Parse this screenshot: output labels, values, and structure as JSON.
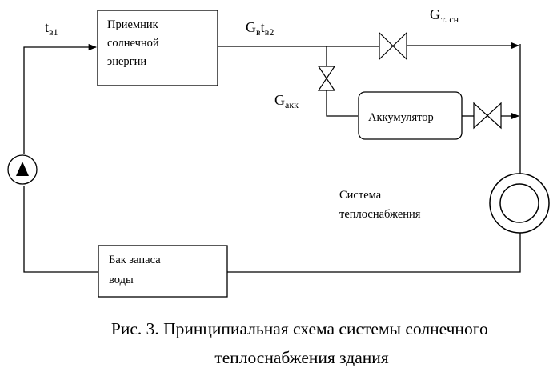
{
  "blocks": {
    "collector": [
      "Приемник",
      "солнечной",
      "энергии"
    ],
    "accumulator": "Аккумулятор",
    "tank": [
      "Бак запаса",
      "воды"
    ],
    "heating_system": [
      "Система",
      "теплоснабжения"
    ]
  },
  "labels": {
    "t_in": {
      "main": "t",
      "sub": "в1"
    },
    "flow_out": {
      "g": "G",
      "g_sub": "в",
      "t": "t",
      "t_sub": "в2"
    },
    "flow_direct": {
      "main": "G",
      "sub": "т. сн"
    },
    "flow_acc": {
      "main": "G",
      "sub": "акк"
    }
  },
  "caption": [
    "Рис. 3. Принципиальная схема системы солнечного",
    "теплоснабжения здания"
  ]
}
